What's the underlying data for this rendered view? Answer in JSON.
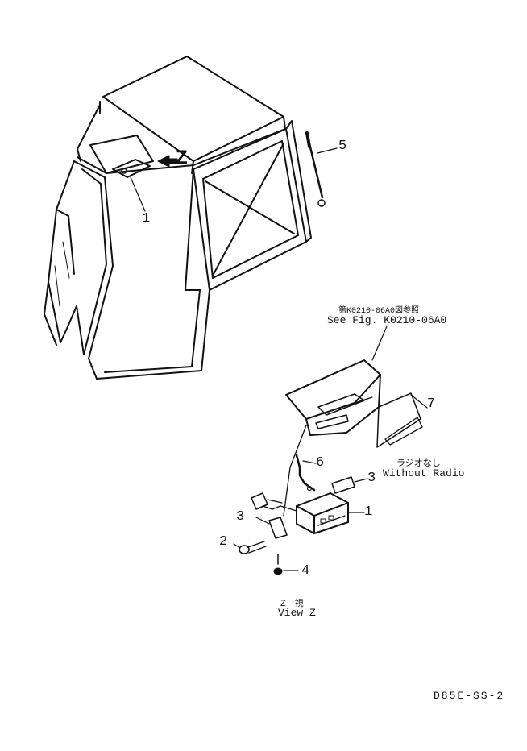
{
  "callouts": {
    "c1_top": "1",
    "c5": "5",
    "c6": "6",
    "c3_right": "3",
    "c1_radio": "1",
    "c3_left": "3",
    "c2": "2",
    "c4": "4",
    "c7": "7",
    "z_arrow": "Z"
  },
  "reference": {
    "jp": "第K0210-06A0図参照",
    "en": "See Fig. K0210-06A0"
  },
  "without_radio": {
    "jp": "ラジオなし",
    "en": "Without Radio"
  },
  "view": {
    "jp": "Z　視",
    "en": "View Z"
  },
  "drawing_code": "D85E-SS-2",
  "colors": {
    "line": "#111111",
    "background": "#ffffff"
  }
}
